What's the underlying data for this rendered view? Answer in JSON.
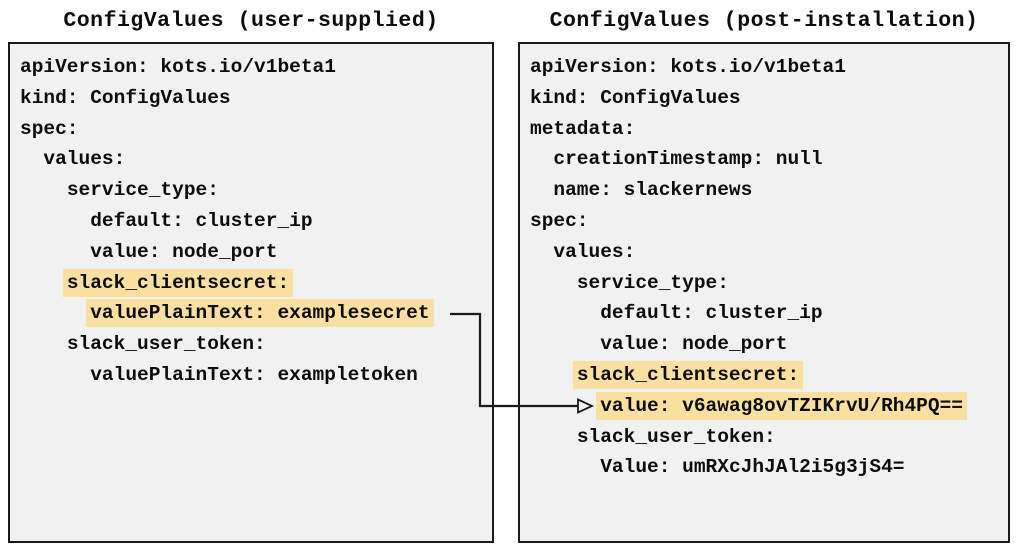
{
  "colors": {
    "highlight": "#fae0a0",
    "panel_background": "#f1f1f1",
    "panel_border": "#1a1a1a",
    "text": "#0d0d0d"
  },
  "left_panel": {
    "title": "ConfigValues (user-supplied)",
    "lines": [
      {
        "indent": "",
        "text": "apiVersion: kots.io/v1beta1",
        "highlighted": false
      },
      {
        "indent": "",
        "text": "kind: ConfigValues",
        "highlighted": false
      },
      {
        "indent": "",
        "text": "spec:",
        "highlighted": false
      },
      {
        "indent": "  ",
        "text": "values:",
        "highlighted": false
      },
      {
        "indent": "    ",
        "text": "service_type:",
        "highlighted": false
      },
      {
        "indent": "      ",
        "text": "default: cluster_ip",
        "highlighted": false
      },
      {
        "indent": "      ",
        "text": "value: node_port",
        "highlighted": false
      },
      {
        "indent": "    ",
        "text": "slack_clientsecret:",
        "highlighted": true
      },
      {
        "indent": "      ",
        "text": "valuePlainText: examplesecret",
        "highlighted": true
      },
      {
        "indent": "    ",
        "text": "slack_user_token:",
        "highlighted": false
      },
      {
        "indent": "      ",
        "text": "valuePlainText: exampletoken",
        "highlighted": false
      }
    ]
  },
  "right_panel": {
    "title": "ConfigValues (post-installation)",
    "lines": [
      {
        "indent": "",
        "text": "apiVersion: kots.io/v1beta1",
        "highlighted": false
      },
      {
        "indent": "",
        "text": "kind: ConfigValues",
        "highlighted": false
      },
      {
        "indent": "",
        "text": "metadata:",
        "highlighted": false
      },
      {
        "indent": "  ",
        "text": "creationTimestamp: null",
        "highlighted": false
      },
      {
        "indent": "  ",
        "text": "name: slackernews",
        "highlighted": false
      },
      {
        "indent": "",
        "text": "spec:",
        "highlighted": false
      },
      {
        "indent": "  ",
        "text": "values:",
        "highlighted": false
      },
      {
        "indent": "    ",
        "text": "service_type:",
        "highlighted": false
      },
      {
        "indent": "      ",
        "text": "default: cluster_ip",
        "highlighted": false
      },
      {
        "indent": "      ",
        "text": "value: node_port",
        "highlighted": false
      },
      {
        "indent": "    ",
        "text": "slack_clientsecret:",
        "highlighted": true
      },
      {
        "indent": "      ",
        "text": "value: v6awag8ovTZIKrvU/Rh4PQ==",
        "highlighted": true
      },
      {
        "indent": "    ",
        "text": "slack_user_token:",
        "highlighted": false
      },
      {
        "indent": "      ",
        "text": "Value: umRXcJhJAl2i5g3jS4=",
        "highlighted": false
      }
    ]
  }
}
